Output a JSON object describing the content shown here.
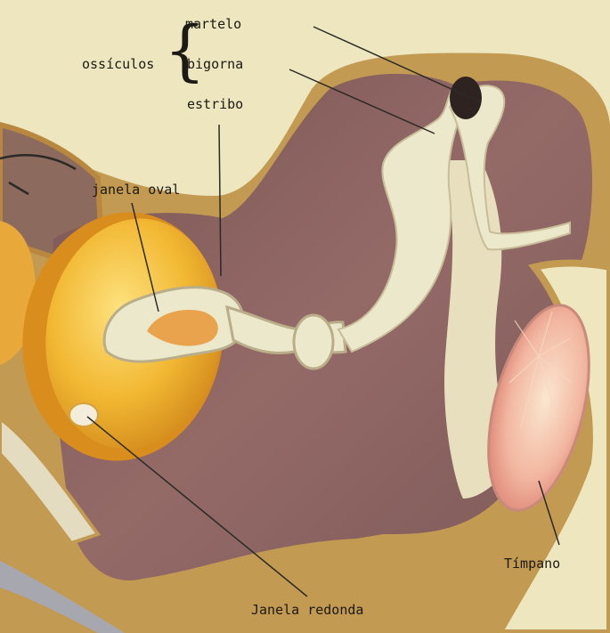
{
  "labels": {
    "ossicles_group": "ossículos",
    "hammer": "martelo",
    "anvil": "bigorna",
    "stirrup": "estribo",
    "oval_window": "janela oval",
    "round_window": "Janela redonda",
    "eardrum": "Tímpano"
  },
  "colors": {
    "background": "#ede6bf",
    "outline_tan": "#c29a52",
    "cavity_maroon": "#8e6462",
    "bone_cream": "#ece8cc",
    "cochlea_yellow": "#f2b833",
    "eardrum_pink": "#eca58f",
    "leader_line": "#2b2a26"
  }
}
